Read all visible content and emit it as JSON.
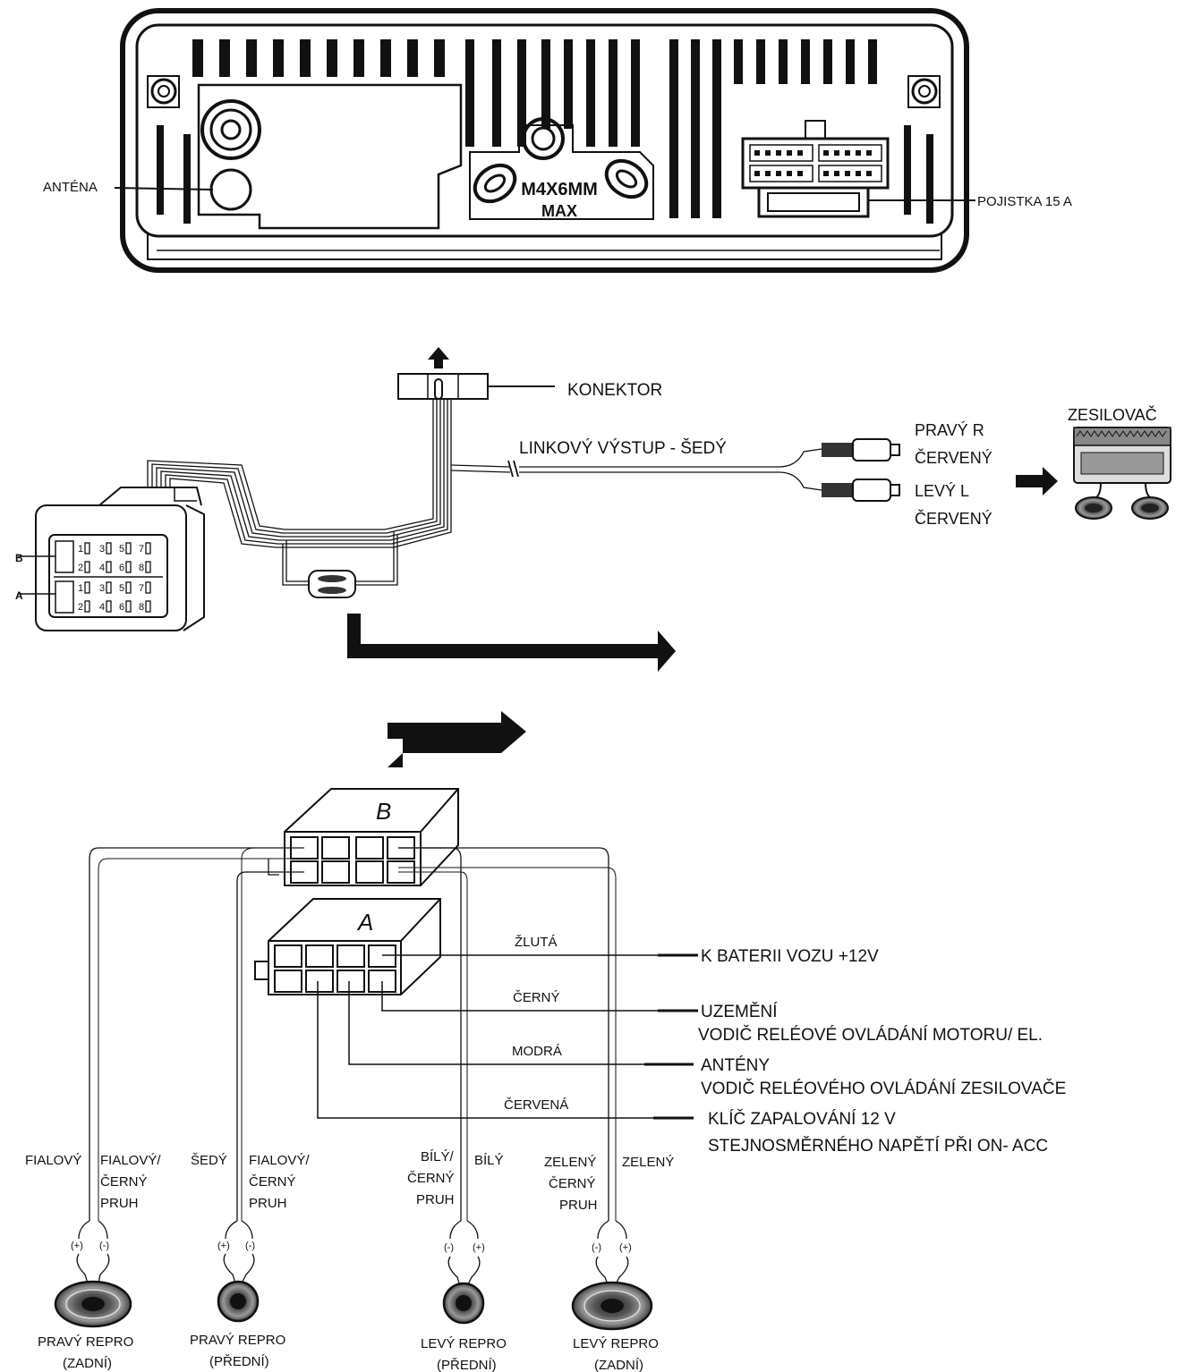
{
  "head_unit": {
    "antenna_label": "ANTÉNA",
    "fuse_label": "POJISTKA 15 A",
    "screw_label_1": "M4X6MM",
    "screw_label_2": "MAX"
  },
  "line_out": {
    "connector_label": "KONEKTOR",
    "line_label": "LINKOVÝ VÝSTUP - ŠEDÝ",
    "right_1": "PRAVÝ R",
    "right_2": "ČERVENÝ",
    "left_1": "LEVÝ L",
    "left_2": "ČERVENÝ",
    "amp_label": "ZESILOVAČ"
  },
  "iso_small": {
    "row_b": "B",
    "row_a": "A",
    "pins": [
      "1",
      "3",
      "5",
      "7",
      "2",
      "4",
      "6",
      "8",
      "1",
      "3",
      "5",
      "7",
      "2",
      "4",
      "6",
      "8"
    ]
  },
  "iso_blocks": {
    "block_b": "B",
    "block_a": "A"
  },
  "power_wires": {
    "yellow": "ŽLUTÁ",
    "black": "ČERNÝ",
    "blue": "MODRÁ",
    "red": "ČERVENÁ",
    "desc_1": "K BATERII VOZU +12V",
    "desc_2": "UZEMĚNÍ",
    "desc_3": "VODIČ RELÉOVÉ OVLÁDÁNÍ MOTORU/ EL.",
    "desc_4": "ANTÉNY",
    "desc_5": "VODIČ RELÉOVÉHO OVLÁDÁNÍ ZESILOVAČE",
    "desc_6": "KLÍČ ZAPALOVÁNÍ 12 V",
    "desc_7": "STEJNOSMĚRNÉHO NAPĚTÍ PŘI ON- ACC"
  },
  "speaker_wires": {
    "w1": "FIALOVÝ",
    "w2_1": "FIALOVÝ/",
    "w2_2": "ČERNÝ",
    "w2_3": "PRUH",
    "w3": "ŠEDÝ",
    "w4_1": "FIALOVÝ/",
    "w4_2": "ČERNÝ",
    "w4_3": "PRUH",
    "w5_1": "BÍLÝ/",
    "w5_2": "ČERNÝ",
    "w5_3": "PRUH",
    "w6": "BÍLÝ",
    "w7_1": "ZELENÝ",
    "w7_2": "ČERNÝ",
    "w7_3": "PRUH",
    "w8": "ZELENÝ"
  },
  "polarity": {
    "plus": "(+)",
    "minus": "(-)"
  },
  "speakers": {
    "s1_name": "PRAVÝ REPRO",
    "s1_pos": "(ZADNÍ)",
    "s2_name": "PRAVÝ REPRO",
    "s2_pos": "(PŘEDNÍ)",
    "s3_name": "LEVÝ REPRO",
    "s3_pos": "(PŘEDNÍ)",
    "s4_name": "LEVÝ REPRO",
    "s4_pos": "(ZADNÍ)"
  }
}
